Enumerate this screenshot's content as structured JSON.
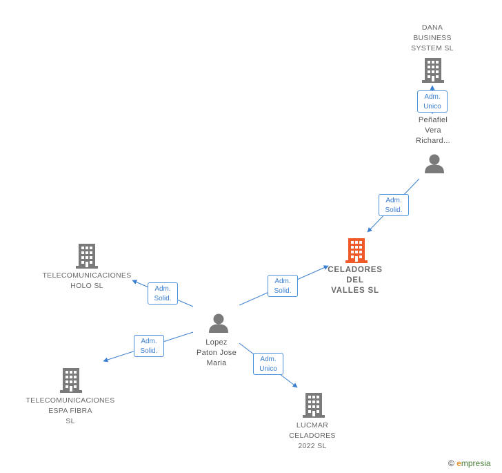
{
  "nodes": {
    "dana": {
      "label": "DANA\nBUSINESS\nSYSTEM  SL",
      "type": "company"
    },
    "penafiel": {
      "label": "Peñafiel\nVera\nRichard...",
      "type": "person"
    },
    "celadores": {
      "label": "CELADORES\nDEL\nVALLES  SL",
      "type": "focus-company"
    },
    "holo": {
      "label": "TELECOMUNICACIONES\nHOLO  SL",
      "type": "company"
    },
    "lopez": {
      "label": "Lopez\nPaton Jose\nMaria",
      "type": "person"
    },
    "espa": {
      "label": "TELECOMUNICACIONES\nESPA FIBRA\nSL",
      "type": "company"
    },
    "lucmar": {
      "label": "LUCMAR\nCELADORES\n2022  SL",
      "type": "company"
    }
  },
  "edges": [
    {
      "id": "penafiel-dana",
      "line1": "Adm.",
      "line2": "Unico"
    },
    {
      "id": "penafiel-celadores",
      "line1": "Adm.",
      "line2": "Solid."
    },
    {
      "id": "lopez-celadores",
      "line1": "Adm.",
      "line2": "Solid."
    },
    {
      "id": "lopez-holo",
      "line1": "Adm.",
      "line2": "Solid."
    },
    {
      "id": "lopez-espa",
      "line1": "Adm.",
      "line2": "Solid."
    },
    {
      "id": "lopez-lucmar",
      "line1": "Adm.",
      "line2": "Unico"
    }
  ],
  "colors": {
    "edge": "#3a7fd0",
    "company_icon": "#7a7a7a",
    "focus_icon": "#f05a28",
    "person_icon": "#7a7a7a"
  },
  "footer": {
    "copyright": "©",
    "brand_initial": "e",
    "brand_rest": "mpresia"
  }
}
